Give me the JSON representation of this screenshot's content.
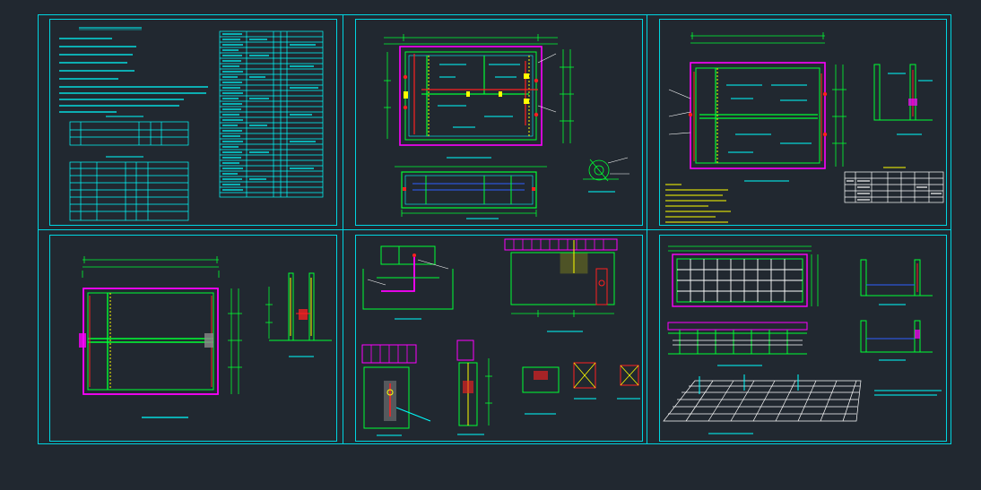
{
  "app": {
    "background": "#212830"
  },
  "colors": {
    "frame": "#00d5e0",
    "cyan": "#00ffff",
    "green": "#00ff33",
    "magenta": "#ff00ff",
    "yellow": "#ffff00",
    "red": "#ff2020",
    "white": "#e8e8e8",
    "blue": "#3060ff",
    "gray": "#8a8a8a"
  },
  "sheets": [
    {
      "id": "s1",
      "content": "notes-tables"
    },
    {
      "id": "s2",
      "content": "tank-plan-section"
    },
    {
      "id": "s3",
      "content": "tank-plan-legend"
    },
    {
      "id": "s4",
      "content": "tank-plan-simple"
    },
    {
      "id": "s5",
      "content": "details"
    },
    {
      "id": "s6",
      "content": "roof-grid"
    }
  ]
}
